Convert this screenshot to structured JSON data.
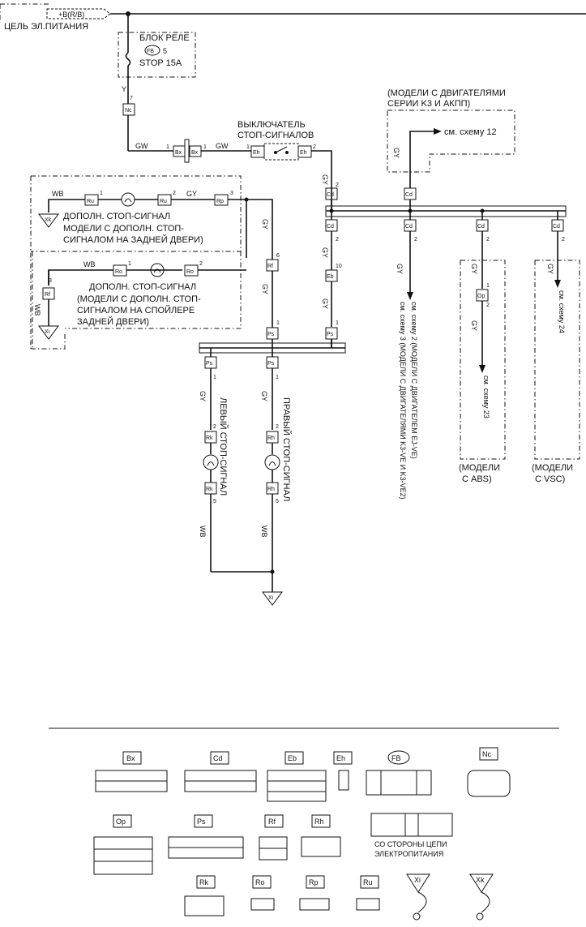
{
  "diagram": {
    "power": {
      "terminal": "+B(R/B)",
      "caption": "ЦЕЛЬ ЭЛ.ПИТАНИЯ"
    },
    "relay_block": {
      "title": "БЛОК РЕЛЕ",
      "code": "FB",
      "pin": "5",
      "fuse": "STOP 15A"
    },
    "switch": {
      "line1": "ВЫКЛЮЧАТЕЛЬ",
      "line2": "СТОП-СИГНАЛОВ"
    },
    "models_k3": {
      "line1": "(МОДЕЛИ С ДВИГАТЕЛЯМИ",
      "line2": "СЕРИИ K3 И АКПП)",
      "ref": "см. схему 12"
    },
    "aux_door": {
      "title": "ДОПОЛН. СТОП-СИГНАЛ",
      "line1": "МОДЕЛИ С ДОПОЛН. СТОП-",
      "line2": "СИГНАЛОМ НА ЗАДНЕЙ ДВЕРИ)"
    },
    "aux_spoiler": {
      "title": "ДОПОЛН. СТОП-СИГНАЛ",
      "line1": "(МОДЕЛИ С ДОПОЛН. СТОП-",
      "line2": "СИГНАЛОМ НА СПОЙЛЕРЕ",
      "line3": "ЗАДНЕЙ ДВЕРИ)"
    },
    "left_lamp": "ЛЕВЫЙ СТОП-СИГНАЛ",
    "right_lamp": "ПРАВЫЙ СТОП-СИГНАЛ",
    "ref_engine_1": "см. схему 2 (МОДЕЛИ С ДВИГАТЕЛЕМ EJ-VE)",
    "ref_engine_2": "см. схему 3 (МОДЕЛИ С ДВИГАТЕЛЯМИ K3-VE И K3-VE2)",
    "ref_abs": "см. схему 23",
    "ref_vsc": "см. схему 24",
    "abs_models": {
      "line1": "(МОДЕЛИ",
      "line2": "С ABS)"
    },
    "vsc_models": {
      "line1": "(МОДЕЛИ",
      "line2": "С VSC)"
    },
    "wire_colors": {
      "y": "Y",
      "gw": "GW",
      "gy": "GY",
      "wb": "WB"
    },
    "connectors": {
      "nc": "Nc",
      "bx": "Bx",
      "eh": "Eh",
      "cd": "Cd",
      "ru": "Ru",
      "rp": "Rp",
      "ro": "Ro",
      "rf": "Rf",
      "eb": "Eb",
      "ps": "Ps",
      "op": "Op",
      "rk": "Rk",
      "rh": "Rh",
      "xi": "Xi",
      "xk": "Xk"
    },
    "pins": {
      "p1": "1",
      "p2": "2",
      "p3": "3",
      "p5": "5",
      "p6": "6",
      "p7": "7",
      "p10": "10"
    }
  },
  "legend": {
    "bx": "Bx",
    "cd": "Cd",
    "eb": "Eb",
    "eh": "Eh",
    "fb": "FB",
    "nc": "Nc",
    "op": "Op",
    "ps": "Ps",
    "rf": "Rf",
    "rh": "Rh",
    "rk": "Rk",
    "ro": "Ro",
    "rp": "Rp",
    "ru": "Ru",
    "xi": "Xi",
    "xk": "Xk",
    "power_side_1": "СО СТОРОНЫ ЦЕПИ",
    "power_side_2": "ЭЛЕКТРОПИТАНИЯ"
  },
  "colors": {
    "ink": "#111111",
    "paper": "#ffffff"
  }
}
